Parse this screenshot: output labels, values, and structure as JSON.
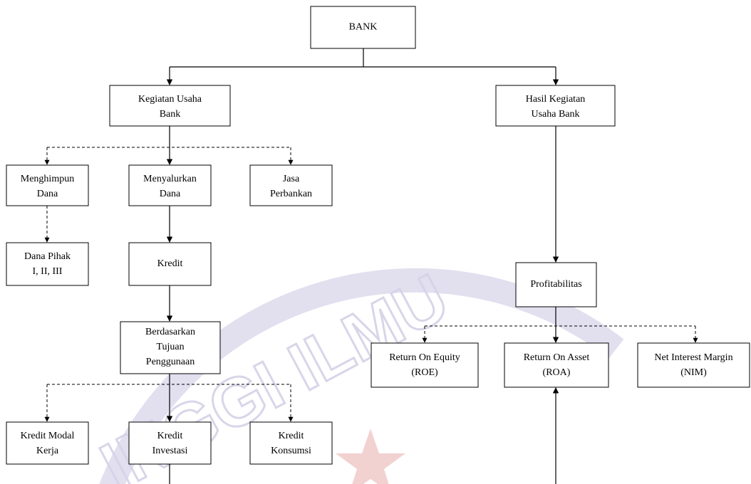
{
  "diagram": {
    "root": {
      "label": "BANK"
    },
    "left_branch": {
      "label_lines": [
        "Kegiatan Usaha",
        "Bank"
      ],
      "children": [
        {
          "id": "menghimpun",
          "label_lines": [
            "Menghimpun",
            "Dana"
          ]
        },
        {
          "id": "menyalurkan",
          "label_lines": [
            "Menyalurkan",
            "Dana"
          ]
        },
        {
          "id": "jasa",
          "label_lines": [
            "Jasa",
            "Perbankan"
          ]
        }
      ],
      "dana_pihak": {
        "label_lines": [
          "Dana Pihak",
          "I, II, III"
        ]
      },
      "kredit": {
        "label_lines": [
          "Kredit"
        ]
      },
      "berdasarkan": {
        "label_lines": [
          "Berdasarkan",
          "Tujuan",
          "Penggunaan"
        ]
      },
      "kredit_types": [
        {
          "id": "modal",
          "label_lines": [
            "Kredit Modal",
            "Kerja"
          ]
        },
        {
          "id": "investasi",
          "label_lines": [
            "Kredit",
            "Investasi"
          ]
        },
        {
          "id": "konsumsi",
          "label_lines": [
            "Kredit",
            "Konsumsi"
          ]
        }
      ]
    },
    "right_branch": {
      "label_lines": [
        "Hasil Kegiatan",
        "Usaha Bank"
      ],
      "profitabilitas": {
        "label_lines": [
          "Profitabilitas"
        ]
      },
      "ratios": [
        {
          "id": "roe",
          "label_lines": [
            "Return On Equity",
            "(ROE)"
          ]
        },
        {
          "id": "roa",
          "label_lines": [
            "Return On Asset",
            "(ROA)"
          ]
        },
        {
          "id": "nim",
          "label_lines": [
            "Net Interest Margin",
            "(NIM)"
          ]
        }
      ]
    }
  },
  "watermark": {
    "text": "INGGI ILMU",
    "star_icon": "star-icon"
  },
  "colors": {
    "line": "#000000",
    "box_fill": "#ffffff",
    "watermark": "#d7d3e8",
    "watermark_star": "#f0c9c9"
  }
}
